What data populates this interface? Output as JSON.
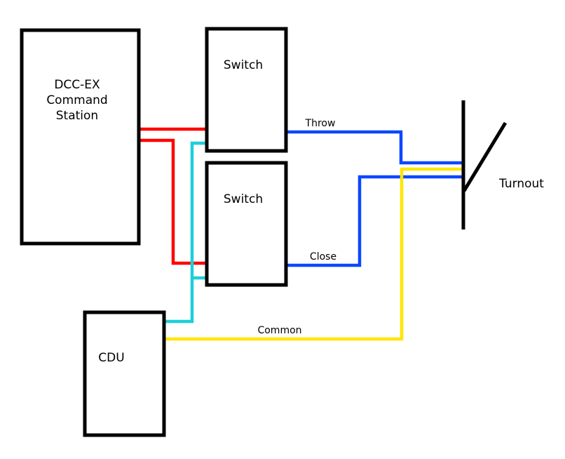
{
  "blocks": {
    "command_station": {
      "lines": [
        "DCC-EX",
        "Command",
        "Station"
      ]
    },
    "switch_top": {
      "label": "Switch"
    },
    "switch_bottom": {
      "label": "Switch"
    },
    "cdu": {
      "label": "CDU"
    },
    "turnout": {
      "label": "Turnout"
    }
  },
  "wires": {
    "throw": {
      "label": "Throw",
      "color": "#0a47ff"
    },
    "close": {
      "label": "Close",
      "color": "#0a47ff"
    },
    "common": {
      "label": "Common",
      "color": "#ffe600"
    },
    "power": {
      "color": "#ff0000"
    },
    "cdu_feed": {
      "color": "#1ccfd9"
    }
  }
}
